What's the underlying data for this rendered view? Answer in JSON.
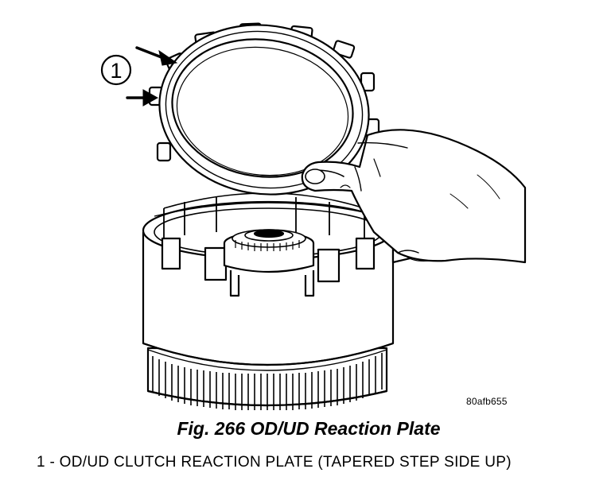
{
  "figure": {
    "callout_number": "1",
    "part_code": "80afb655",
    "caption": "Fig. 266 OD/UD Reaction Plate",
    "legend": [
      {
        "text": "1 - OD/UD CLUTCH REACTION PLATE (TAPERED STEP SIDE UP)"
      }
    ]
  },
  "icons": {
    "illustration": "reaction-plate-hand-clutch-retainer-drawing",
    "arrows": "pointer-arrow-icon"
  }
}
